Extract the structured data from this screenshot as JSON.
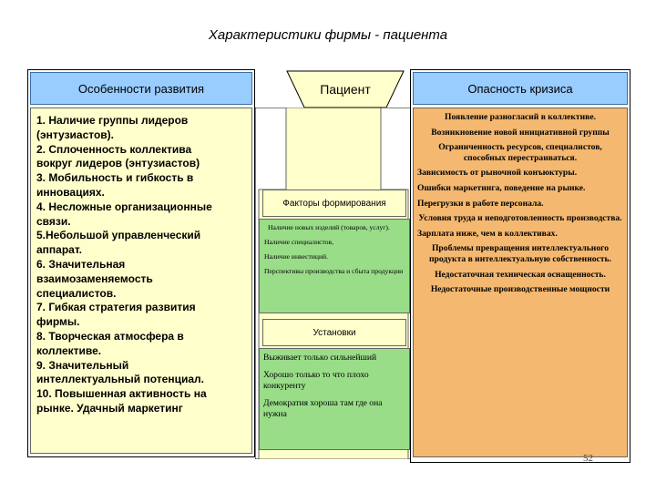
{
  "title": "Характеристики фирмы - пациента",
  "left": {
    "header": "Особенности развития",
    "lines": [
      "1. Наличие группы лидеров",
      "(энтузиастов).",
      "2. Сплоченность коллектива",
      "вокруг лидеров (энтузиастов)",
      "3. Мобильность и гибкость в",
      "инновациях.",
      "4. Несложные организационные",
      "связи.",
      "5.Небольшой управленческий",
      "аппарат.",
      "6. Значительная",
      "взаимозаменяемость",
      "специалистов.",
      "7. Гибкая стратегия развития",
      "фирмы.",
      "8. Творческая атмосфера в",
      "коллективе.",
      "9. Значительный",
      "интеллектуальный потенциал.",
      "10. Повышенная активность на",
      "рынке. Удачный маркетинг"
    ]
  },
  "center": {
    "patient": "Пациент",
    "factors_header": "Факторы формирования",
    "factors": [
      "Наличие новых изделий (товаров, услуг).",
      "Наличие специалистов,",
      "Наличие инвестиций.",
      "Перспективы производства и сбыта продукции"
    ],
    "installs_header": "Установки",
    "installs": [
      "Выживает только сильнейший",
      "Хорошо только то что плохо конкуренту",
      "Демократия хороша там где она нужна"
    ]
  },
  "right": {
    "header": "Опасность кризиса",
    "items": [
      "Появление разногласий в коллективе.",
      "Возникновение новой инициативной группы",
      "Ограниченность ресурсов, специалистов, способных перестраиваться.",
      "Зависимость от рыночной конъюктуры.",
      "Ошибки маркетинга, поведение на рынке.",
      "Перегрузки в работе персонала.",
      "Условия труда и неподготовленность производства.",
      "Зарплата ниже, чем в коллективах.",
      "Проблемы превращения интеллектуального продукта в интеллектуальную собственность.",
      "Недостаточная техническая оснащенность.",
      "Недостаточные производственные мощности"
    ]
  },
  "page_number": "52",
  "colors": {
    "header_blue": "#99ccff",
    "body_yellow": "#ffffcc",
    "factor_green": "#99dd88",
    "crisis_orange": "#f4b870"
  }
}
